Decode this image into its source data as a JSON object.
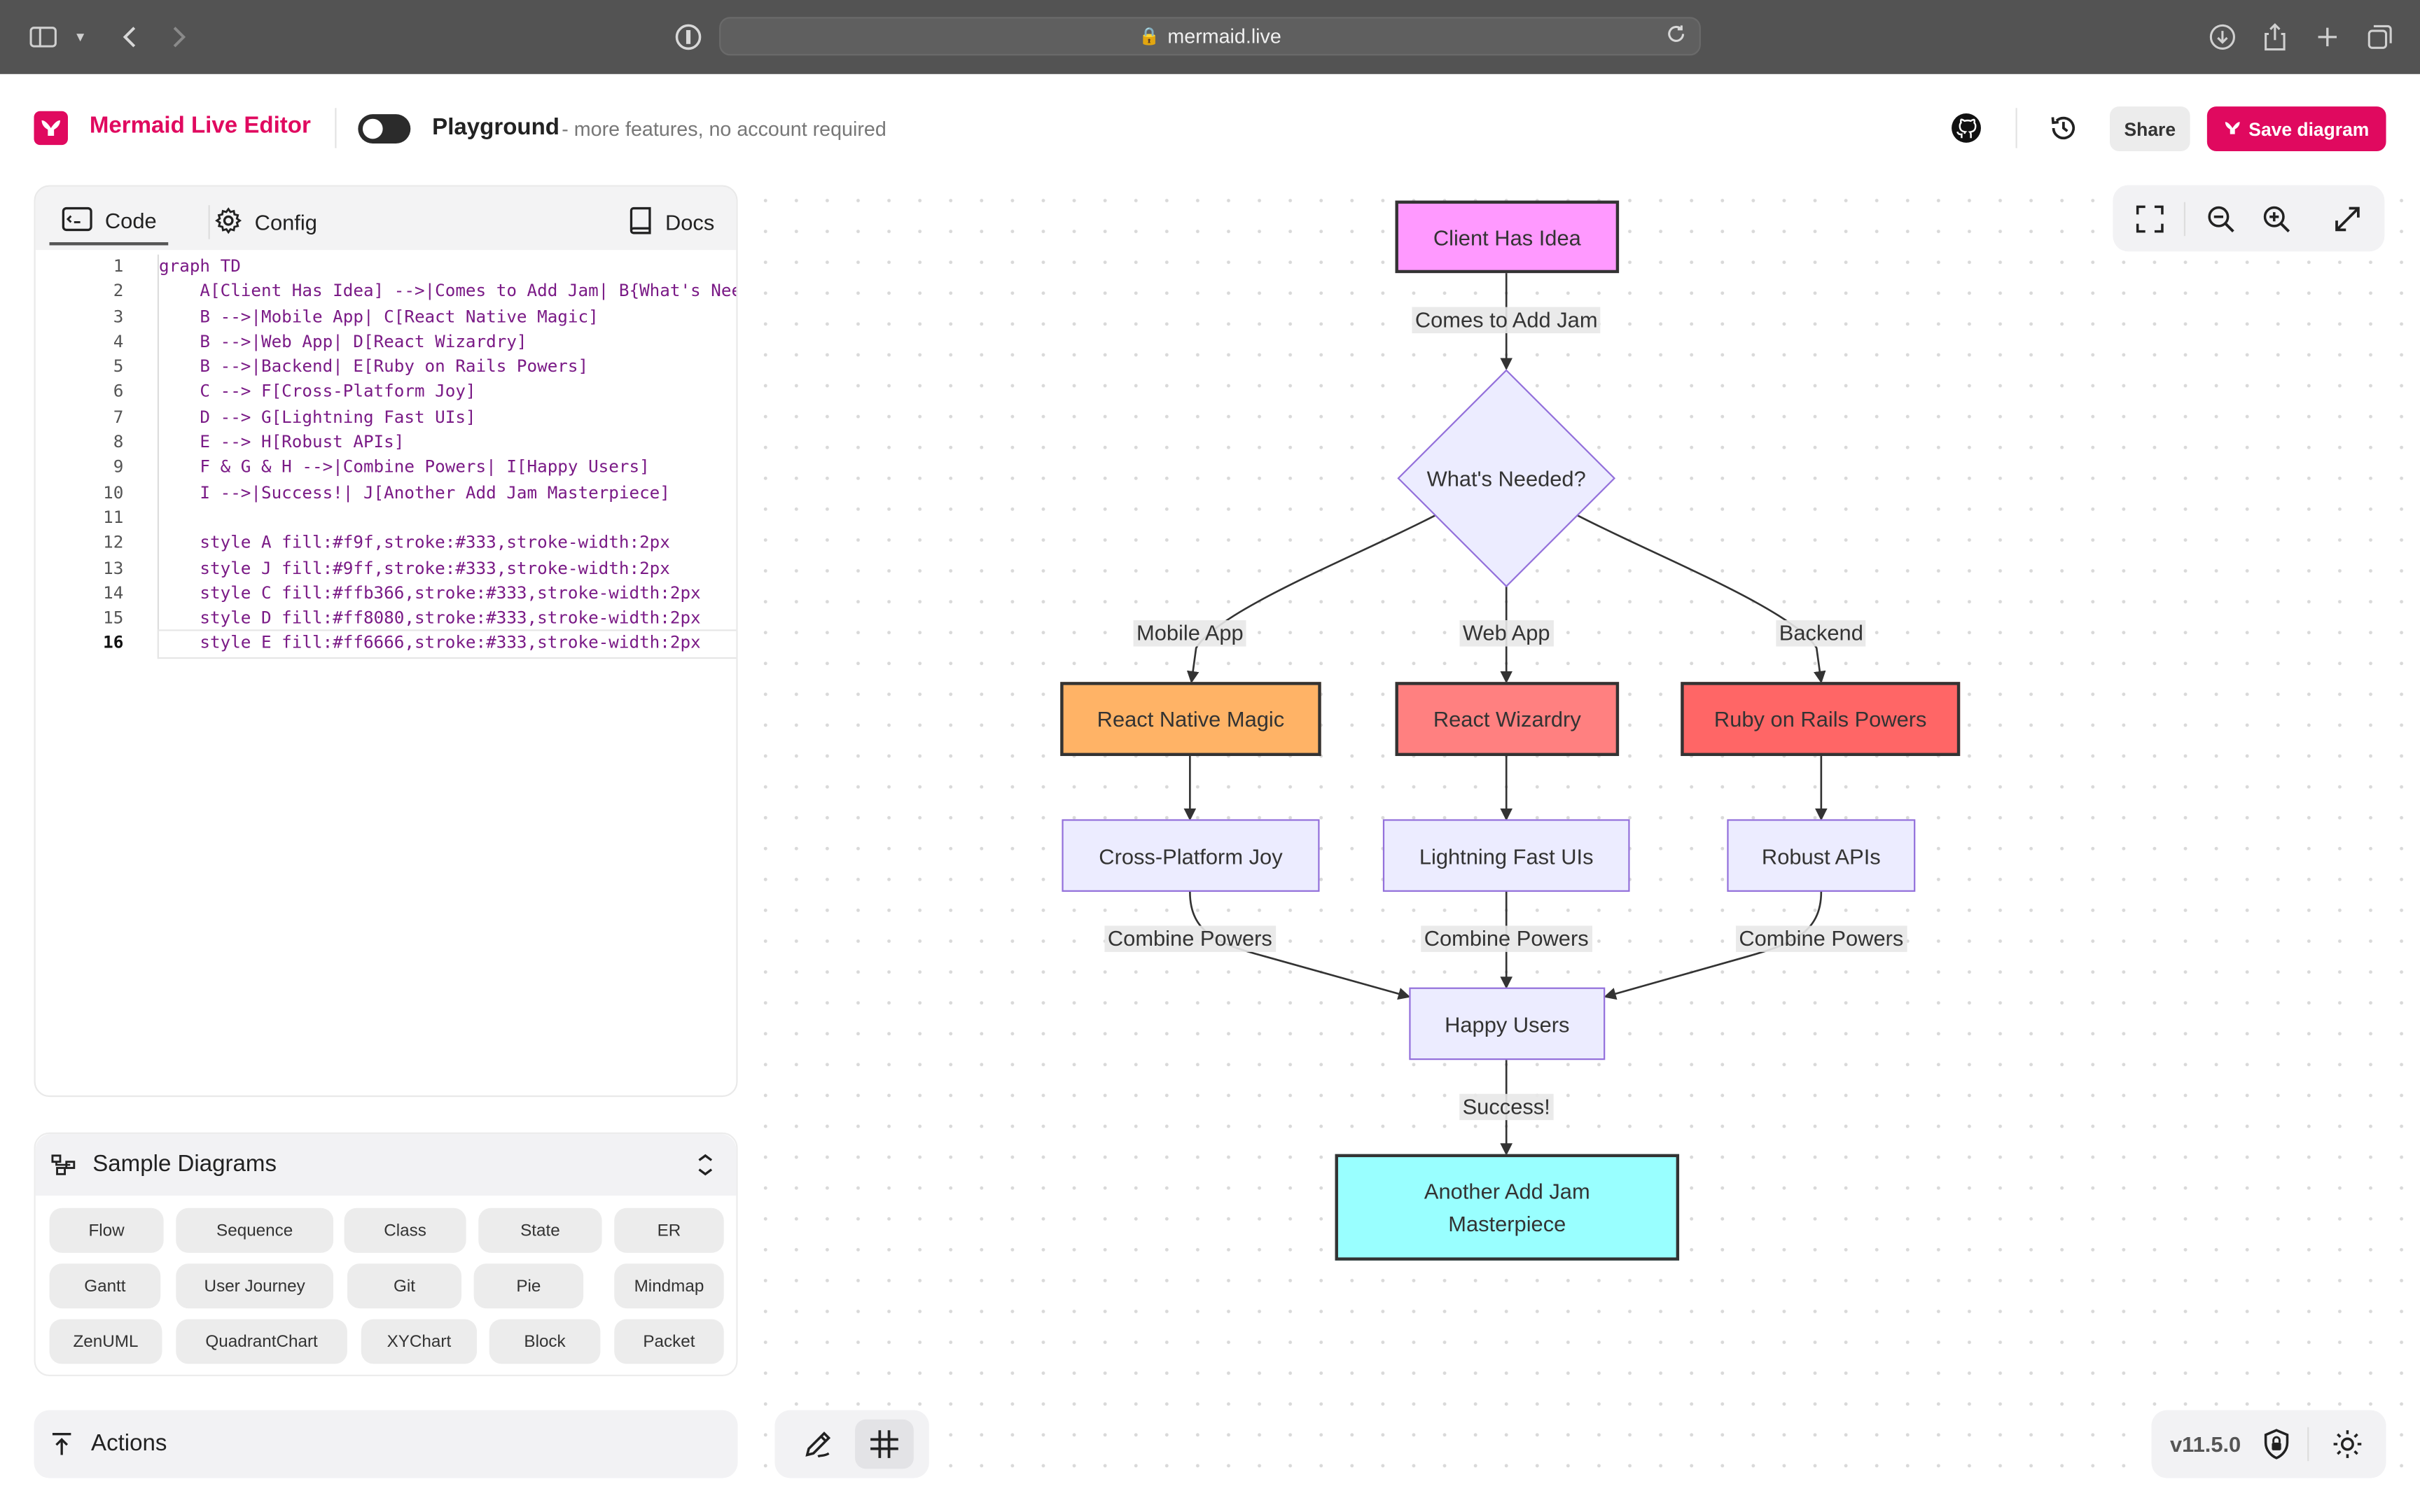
{
  "browser": {
    "url": "mermaid.live"
  },
  "header": {
    "brand": "Mermaid Live Editor",
    "mode_title": "Playground",
    "mode_subtitle": "- more features, no account required",
    "share_label": "Share",
    "save_label": "Save diagram"
  },
  "editor": {
    "tabs": [
      "Code",
      "Config"
    ],
    "docs_label": "Docs",
    "current_line": 16,
    "lines": [
      "graph TD",
      "    A[Client Has Idea] -->|Comes to Add Jam| B{What's Needed?",
      "    B -->|Mobile App| C[React Native Magic]",
      "    B -->|Web App| D[React Wizardry]",
      "    B -->|Backend| E[Ruby on Rails Powers]",
      "    C --> F[Cross-Platform Joy]",
      "    D --> G[Lightning Fast UIs]",
      "    E --> H[Robust APIs]",
      "    F & G & H -->|Combine Powers| I[Happy Users]",
      "    I -->|Success!| J[Another Add Jam Masterpiece]",
      "",
      "    style A fill:#f9f,stroke:#333,stroke-width:2px",
      "    style J fill:#9ff,stroke:#333,stroke-width:2px",
      "    style C fill:#ffb366,stroke:#333,stroke-width:2px",
      "    style D fill:#ff8080,stroke:#333,stroke-width:2px",
      "    style E fill:#ff6666,stroke:#333,stroke-width:2px"
    ]
  },
  "samples": {
    "title": "Sample Diagrams",
    "items": [
      "Flow",
      "Sequence",
      "Class",
      "State",
      "ER",
      "Gantt",
      "User Journey",
      "Git",
      "Pie",
      "Mindmap",
      "ZenUML",
      "QuadrantChart",
      "XYChart",
      "Block",
      "Packet"
    ]
  },
  "actions": {
    "title": "Actions"
  },
  "footer": {
    "version": "v11.5.0"
  },
  "diagram": {
    "nodes": {
      "A": {
        "label": "Client Has Idea",
        "fill": "#ff99ff"
      },
      "B": {
        "label": "What's Needed?",
        "fill": "#ececff"
      },
      "C": {
        "label": "React Native Magic",
        "fill": "#ffb366"
      },
      "D": {
        "label": "React Wizardry",
        "fill": "#ff8080"
      },
      "E": {
        "label": "Ruby on Rails Powers",
        "fill": "#ff6666"
      },
      "F": {
        "label": "Cross-Platform Joy",
        "fill": "#ececff"
      },
      "G": {
        "label": "Lightning Fast UIs",
        "fill": "#ececff"
      },
      "H": {
        "label": "Robust APIs",
        "fill": "#ececff"
      },
      "I": {
        "label": "Happy Users",
        "fill": "#ececff"
      },
      "J": {
        "label": "Another Add Jam Masterpiece",
        "fill": "#99ffff"
      }
    },
    "edges": {
      "ab": "Comes to Add Jam",
      "bc": "Mobile App",
      "bd": "Web App",
      "be": "Backend",
      "fi": "Combine Powers",
      "gi": "Combine Powers",
      "hi": "Combine Powers",
      "ij": "Success!"
    }
  },
  "colors": {
    "brand": "#e0095f",
    "node_stroke": "#9370db",
    "styled_stroke": "#333333"
  }
}
